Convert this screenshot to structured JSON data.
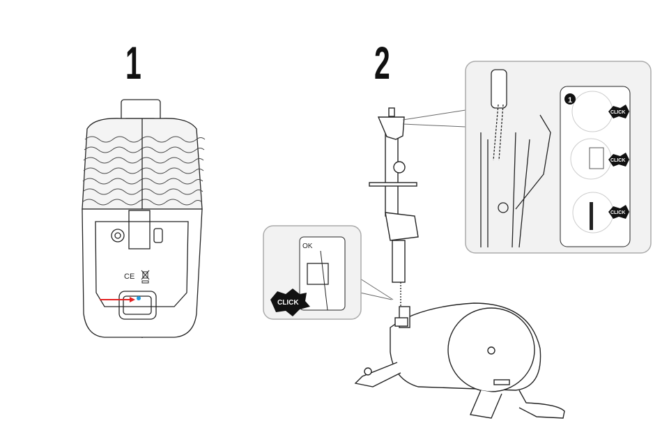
{
  "steps": [
    {
      "number": "1"
    },
    {
      "number": "2"
    }
  ],
  "step1": {
    "ce_mark": "CE",
    "arrow_color": "#e32020",
    "indicator_color": "#1e9be0"
  },
  "step2": {
    "callout_left": {
      "ok_label": "OK",
      "click_label": "CLICK"
    },
    "callout_right": {
      "badge": "1",
      "click_labels": [
        "CLICK",
        "CLICK",
        "CLICK"
      ]
    }
  }
}
